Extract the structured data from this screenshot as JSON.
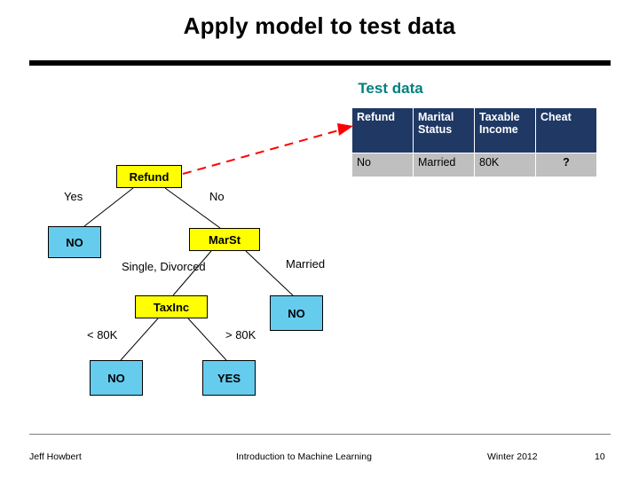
{
  "slide": {
    "title": "Apply model to test data",
    "test_data_label": "Test data"
  },
  "test_table": {
    "headers": [
      "Refund",
      "Marital Status",
      "Taxable Income",
      "Cheat"
    ],
    "rows": [
      [
        "No",
        "Married",
        "80K",
        "?"
      ]
    ]
  },
  "tree": {
    "nodes": [
      {
        "id": "refund",
        "label": "Refund",
        "type": "attribute"
      },
      {
        "id": "marst",
        "label": "MarSt",
        "type": "attribute"
      },
      {
        "id": "taxinc",
        "label": "TaxInc",
        "type": "attribute"
      },
      {
        "id": "leaf_no_1",
        "label": "NO",
        "type": "leaf"
      },
      {
        "id": "leaf_no_2",
        "label": "NO",
        "type": "leaf"
      },
      {
        "id": "leaf_no_3",
        "label": "NO",
        "type": "leaf"
      },
      {
        "id": "leaf_yes",
        "label": "YES",
        "type": "leaf"
      }
    ],
    "edge_labels": {
      "yes": "Yes",
      "no": "No",
      "single_divorced": "Single, Divorced",
      "married": "Married",
      "lt_80k": "< 80K",
      "gt_80k": "> 80K"
    }
  },
  "colors": {
    "attribute_node": "#ffff00",
    "leaf_node": "#66ccee",
    "table_header": "#1f3864",
    "table_cell": "#bfbfbf",
    "test_data_label": "#008080",
    "arrow": "#ff0000"
  },
  "footer": {
    "author": "Jeff Howbert",
    "course": "Introduction to Machine Learning",
    "term": "Winter 2012",
    "page": "10"
  }
}
